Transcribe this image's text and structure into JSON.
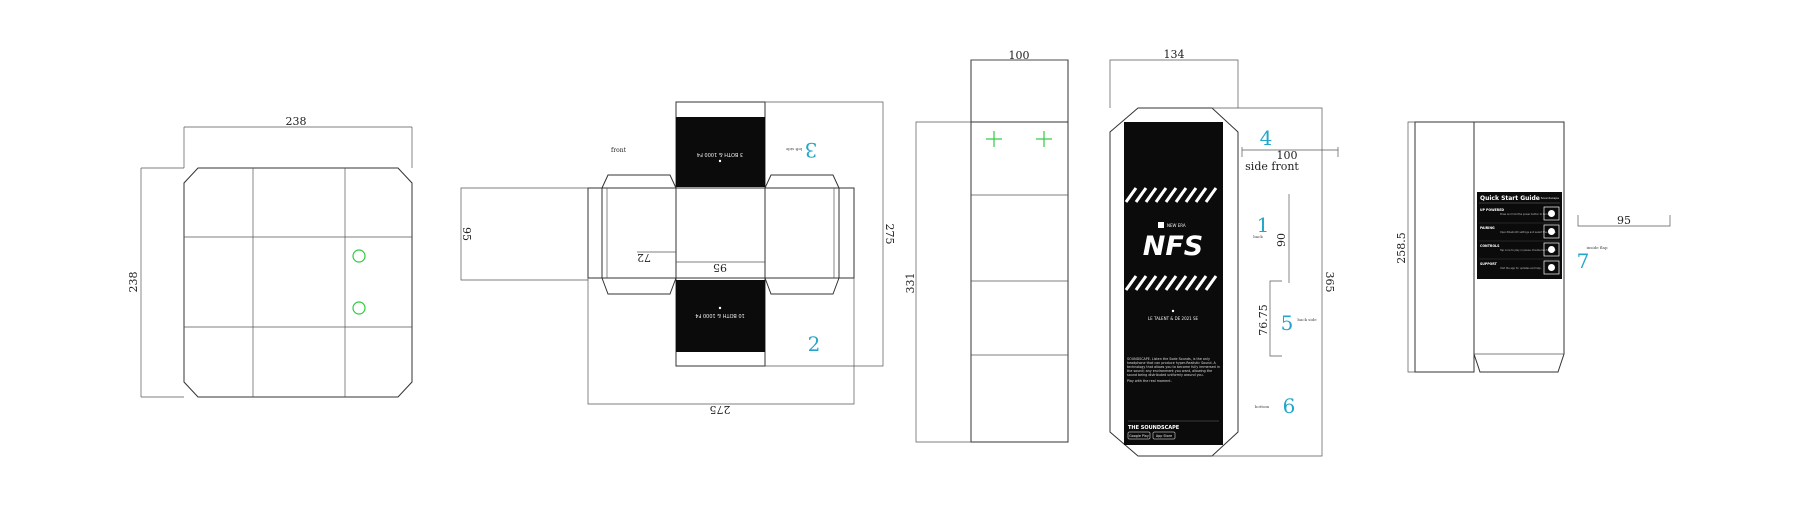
{
  "colors": {
    "line": "#333333",
    "accent_number": "#23a6c9",
    "mark_green": "#2ecc40",
    "panel_black": "#0b0b0b"
  },
  "drawing_1": {
    "width_label": "238",
    "height_label": "238"
  },
  "drawing_2": {
    "front_label": "front",
    "top_label": "275",
    "right_label": "275",
    "left_label": "95",
    "inner_h_label": "95",
    "inner_v_label": "72",
    "num_2": "2",
    "num_3": "3",
    "num_3_caption": "left side",
    "panel_top_text": "3 BOTH & 1000 F4",
    "panel_bottom_text": "10 BOTH & 1000 F4"
  },
  "drawing_3": {
    "width_label": "100",
    "height_label": "331"
  },
  "drawing_4": {
    "width_label": "134",
    "height_label": "365",
    "num_4": "4",
    "side_width_label": "100",
    "side_front_label": "side front",
    "num_1": "1",
    "num_1_caption": "back",
    "dim_90": "90",
    "num_5": "5",
    "num_5_caption": "back side",
    "dim_7675": "76.75",
    "num_6": "6",
    "num_6_caption": "bottom",
    "brand": "NFS",
    "badge_text": "NEW ERA",
    "mid_text": "LE TALENT & DE 2021 SE",
    "body_text": "SOUNDSCAPE. Listen the Sode Sounds, is the only headphone that can produce hyper-Realistic Sound. A technology that allows you to become fully immersed in the sound; any environment you want, allowing the sound being distributed uniformly around you.",
    "body_text_2": "Play with the real moment.",
    "footer_brand": "THE SOUNDSCAPE",
    "store_1": "Google Play",
    "store_2": "App Store"
  },
  "drawing_5": {
    "height_label": "258.5",
    "side_width_label": "95",
    "num_7": "7",
    "num_7_caption": "inside flap",
    "guide_title": "Quick Start Guide",
    "guide_subtitle": "Soundscape",
    "rows": [
      {
        "label": "UP POWERED",
        "text": "Press and hold the power button to turn on."
      },
      {
        "label": "PAIRING",
        "text": "Open Bluetooth settings and select the device."
      },
      {
        "label": "CONTROLS",
        "text": "Tap once to play or pause. Double tap for next."
      },
      {
        "label": "SUPPORT",
        "text": "Visit the app for updates and help."
      }
    ]
  }
}
